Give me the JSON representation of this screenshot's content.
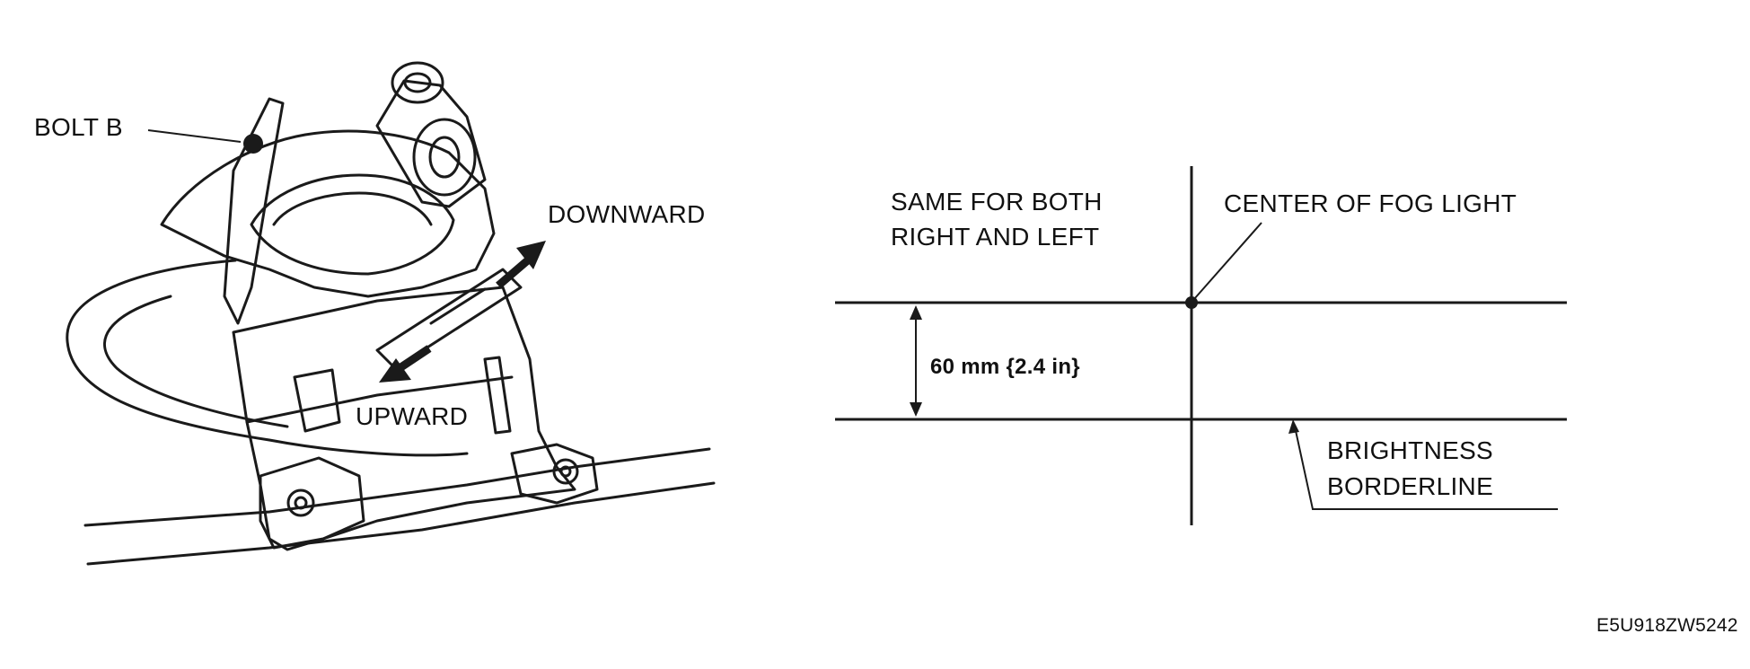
{
  "left_figure": {
    "bolt_label": "BOLT B",
    "downward_label": "DOWNWARD",
    "upward_label": "UPWARD"
  },
  "right_figure": {
    "note_line1": "SAME FOR BOTH",
    "note_line2": "RIGHT AND LEFT",
    "center_label": "CENTER OF FOG LIGHT",
    "distance_label": "60 mm {2.4 in}",
    "borderline_line1": "BRIGHTNESS",
    "borderline_line2": "BORDERLINE"
  },
  "figure_code": "E5U918ZW5242"
}
